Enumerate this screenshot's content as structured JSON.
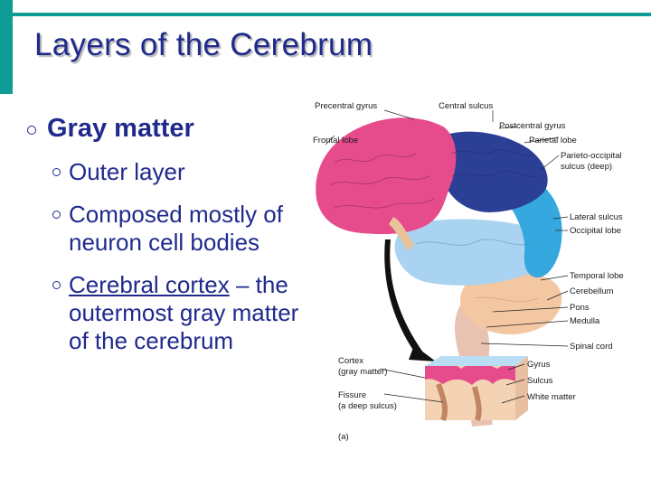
{
  "slide": {
    "title": "Layers of the Cerebrum",
    "bullet_main": "Gray matter",
    "sub_bullets": [
      {
        "text": "Outer layer"
      },
      {
        "text": "Composed mostly of neuron cell bodies"
      },
      {
        "term": "Cerebral cortex",
        "rest": " – the outermost gray matter of the cerebrum"
      }
    ]
  },
  "figure": {
    "labels": {
      "precentral_gyrus": "Precentral gyrus",
      "central_sulcus": "Central sulcus",
      "postcentral_gyrus": "Postcentral gyrus",
      "frontal_lobe": "Frontal lobe",
      "parietal_lobe": "Parietal lobe",
      "parieto_occipital_1": "Parieto-occipital",
      "parieto_occipital_2": "sulcus (deep)",
      "lateral_sulcus": "Lateral sulcus",
      "occipital_lobe": "Occipital lobe",
      "temporal_lobe": "Temporal lobe",
      "cerebellum": "Cerebellum",
      "pons": "Pons",
      "medulla": "Medulla",
      "spinal_cord": "Spinal cord",
      "cortex_1": "Cortex",
      "cortex_2": "(gray matter)",
      "fissure_1": "Fissure",
      "fissure_2": "(a deep sulcus)",
      "gyrus": "Gyrus",
      "sulcus": "Sulcus",
      "white_matter": "White matter",
      "panel": "(a)"
    },
    "colors": {
      "frontal": "#e64b8c",
      "parietal": "#2b3f94",
      "occipital": "#35a8e0",
      "temporal": "#a9d3f1",
      "cerebellum": "#f4c7a3",
      "brainstem": "#e8c3b1",
      "title": "#1f2a8c",
      "accent": "#0f9b96"
    }
  }
}
